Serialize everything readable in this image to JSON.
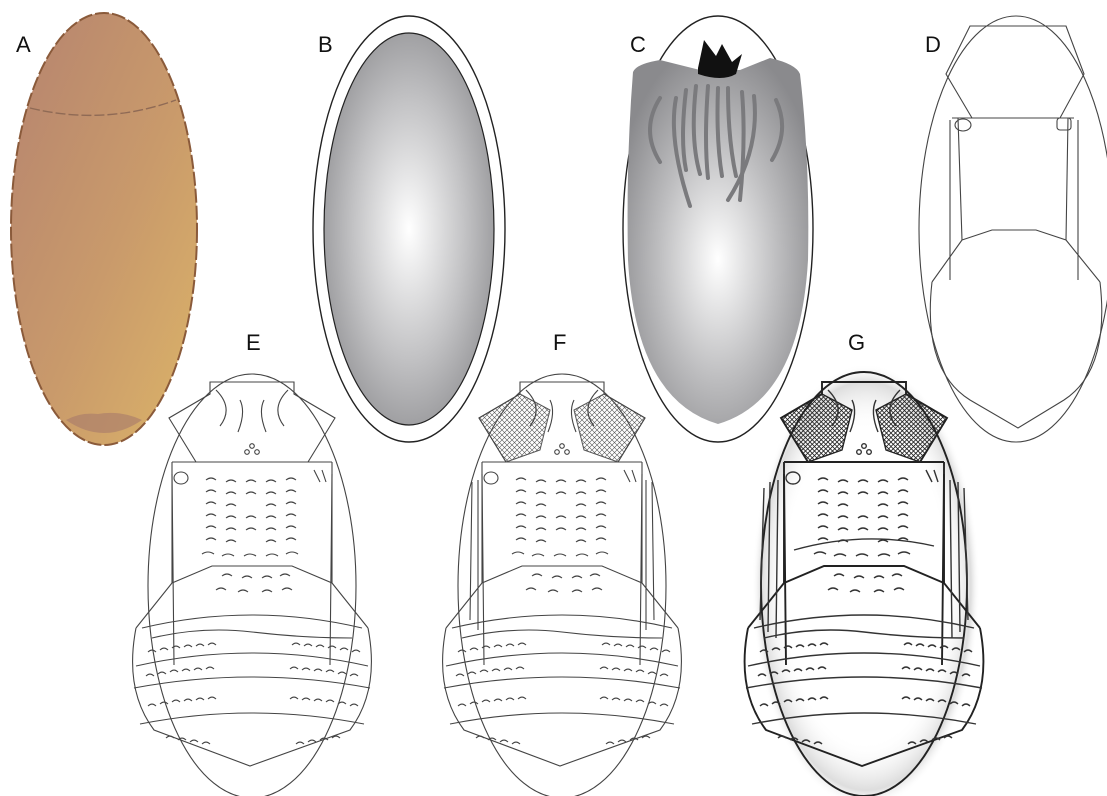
{
  "figure": {
    "panels": [
      {
        "id": "A",
        "label": "A",
        "content": "egg-photo"
      },
      {
        "id": "B",
        "label": "B",
        "content": "egg-drawing"
      },
      {
        "id": "C",
        "label": "C",
        "content": "egg-with-embryo"
      },
      {
        "id": "D",
        "label": "D",
        "content": "larva-outline"
      },
      {
        "id": "E",
        "label": "E",
        "content": "larva-outline-with-setae"
      },
      {
        "id": "F",
        "label": "F",
        "content": "larva-with-shaded-eyes"
      },
      {
        "id": "G",
        "label": "G",
        "content": "larva-pigmented"
      }
    ],
    "colors": {
      "egg_photo_top": "#b98775",
      "egg_photo_bottom": "#d9b06a",
      "egg_gray_light": "#ffffff",
      "egg_gray_dark": "#8f8f92",
      "embryo_black": "#111111",
      "line": "#444444"
    }
  }
}
